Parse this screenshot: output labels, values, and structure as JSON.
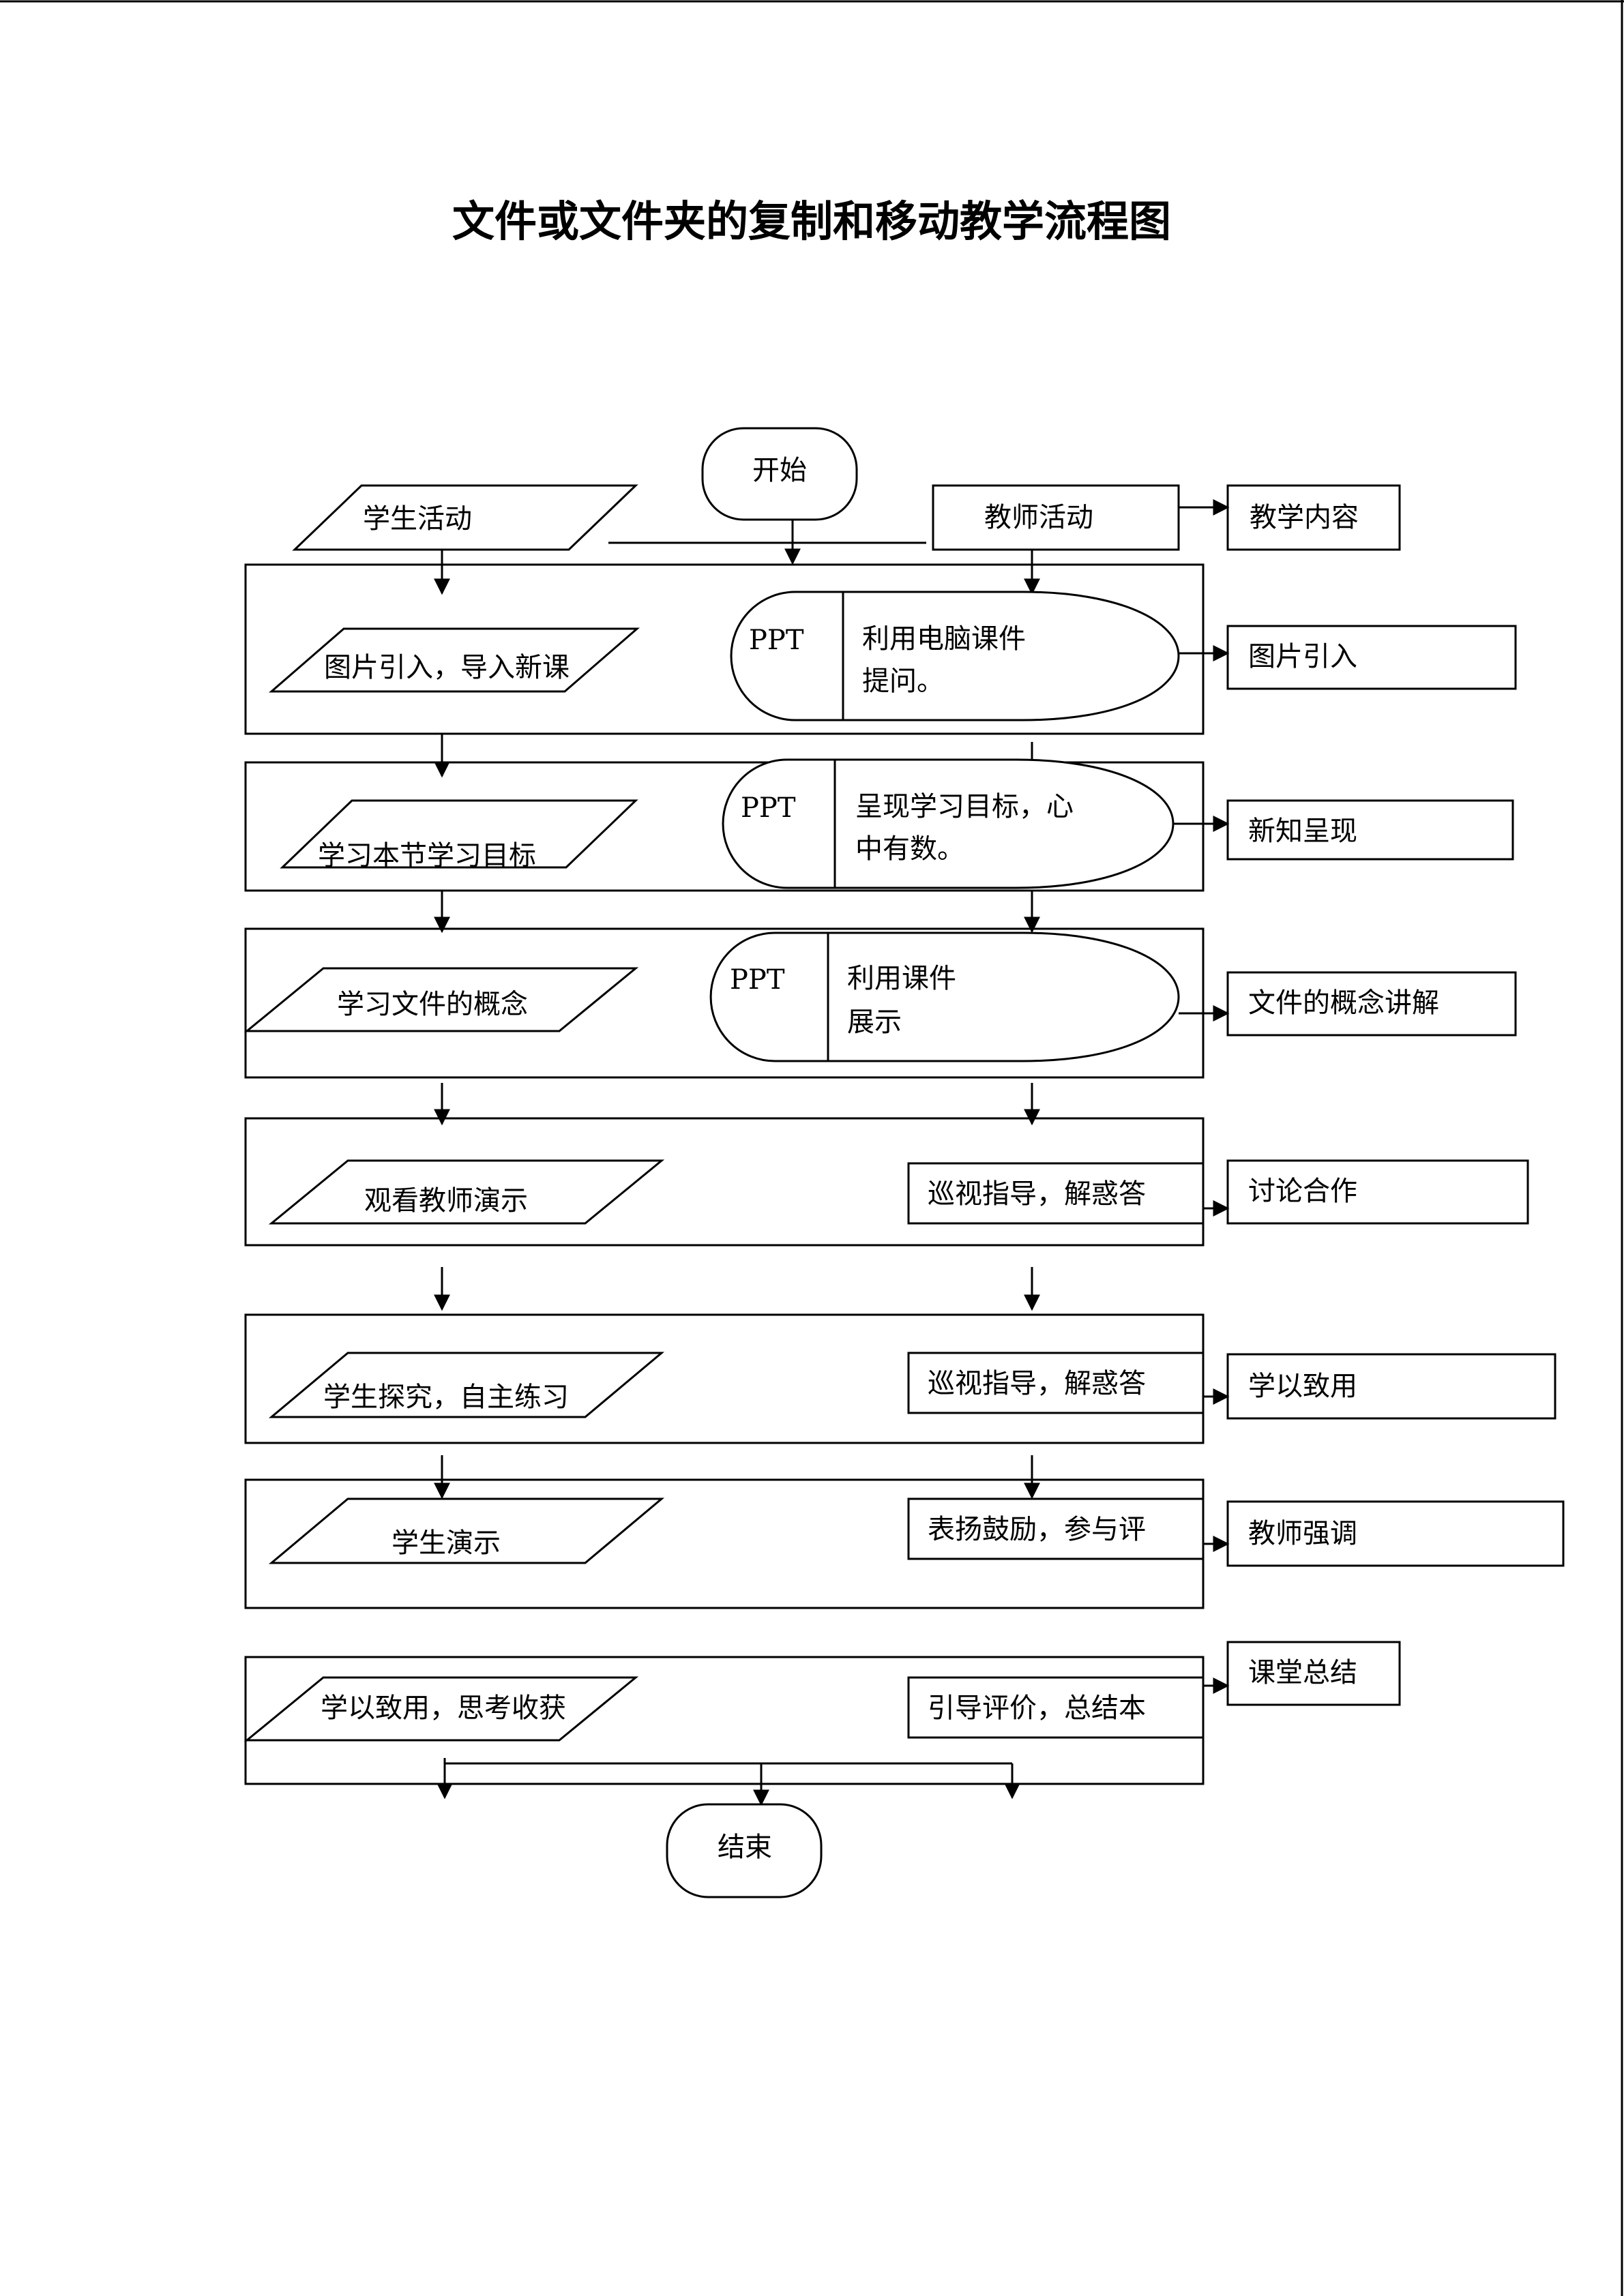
{
  "title": "文件或文件夹的复制和移动教学流程图",
  "start": "开始",
  "end": "结束",
  "headers": {
    "student": "学生活动",
    "teacher": "教师活动",
    "content": "教学内容"
  },
  "ppt_label": "PPT",
  "stages": [
    {
      "student": "图片引入，导入新课",
      "teacher_lines": [
        "利用电脑课件",
        "提问。"
      ],
      "content": "图片引入"
    },
    {
      "student": "学习本节学习目标",
      "teacher_lines": [
        "呈现学习目标，心",
        "中有数。"
      ],
      "content": "新知呈现"
    },
    {
      "student": "学习文件的概念",
      "teacher_lines": [
        "利用课件",
        "展示"
      ],
      "content": "文件的概念讲解"
    },
    {
      "student": "观看教师演示",
      "teacher": "巡视指导，解惑答",
      "content": "讨论合作"
    },
    {
      "student": "学生探究，自主练习",
      "teacher": "巡视指导，解惑答",
      "content": "学以致用"
    },
    {
      "student": "学生演示",
      "teacher": "表扬鼓励，参与评",
      "content": "教师强调"
    },
    {
      "student": "学以致用，思考收获",
      "teacher": "引导评价，总结本",
      "content": "课堂总结"
    }
  ],
  "colors": {
    "stroke": "#000000",
    "background": "#ffffff"
  }
}
